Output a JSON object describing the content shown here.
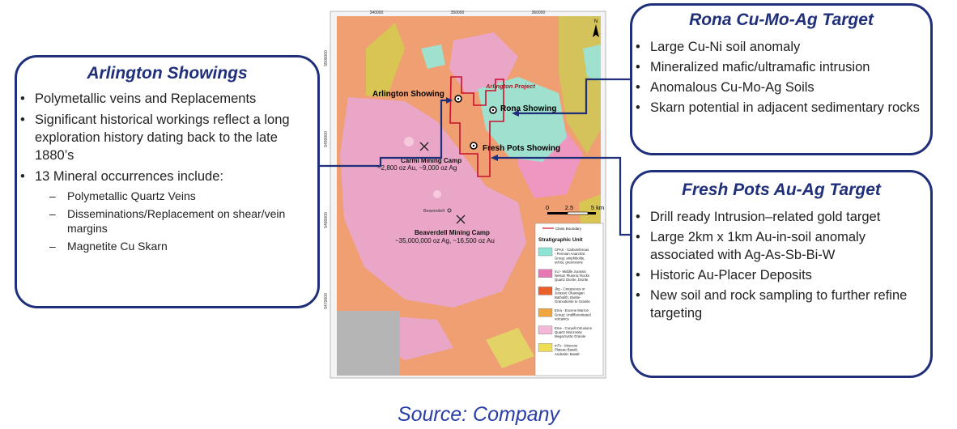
{
  "arlington": {
    "title": "Arlington Showings",
    "bullets": [
      "Polymetallic veins and Replacements",
      "Significant historical workings reflect a long exploration history dating back to the late 1880’s",
      "13 Mineral occurrences include:"
    ],
    "sub_bullets": [
      "Polymetallic Quartz Veins",
      "Disseminations/Replacement on shear/vein margins",
      "Magnetite Cu Skarn"
    ]
  },
  "rona": {
    "title": "Rona Cu-Mo-Ag Target",
    "bullets": [
      "Large Cu-Ni soil anomaly",
      "Mineralized mafic/ultramafic intrusion",
      "Anomalous Cu-Mo-Ag Soils",
      "Skarn potential in adjacent sedimentary rocks"
    ]
  },
  "fresh": {
    "title": "Fresh Pots Au-Ag Target",
    "bullets": [
      "Drill ready Intrusion–related gold target",
      "Large 2km x 1km Au-in-soil anomaly associated with Ag-As-Sb-Bi-W",
      "Historic Au-Placer Deposits",
      "New soil and rock sampling to further refine targeting"
    ]
  },
  "map": {
    "project_label": "Arlington Project",
    "showings": [
      "Arlington Showing",
      "Rona Showing",
      "Fresh Pots Showing"
    ],
    "camps": [
      {
        "name": "Carmi Mining Camp",
        "production": "~2,800 oz Au, ~9,000 oz Ag"
      },
      {
        "name": "Beaverdell Mining Camp",
        "production": "~35,000,000 oz Ag, ~16,500 oz Au"
      }
    ],
    "town": "Beaverdell",
    "north": "N",
    "scale": [
      "0",
      "2.5",
      "5 km"
    ],
    "grid_x": [
      "340000",
      "350000",
      "360000"
    ],
    "grid_y": [
      "5500000",
      "5490000",
      "5480000",
      "5470000"
    ],
    "legend_boundary": "Claim Boundary",
    "legend_title": "Stratigraphic Unit",
    "legend": [
      {
        "color": "#8fe3d5",
        "text": [
          "CPAS - Carboniferous",
          "- Permian Anarchist",
          "Group; amphibolite,",
          "schist, greenstone"
        ]
      },
      {
        "color": "#e678b4",
        "text": [
          "mJ - Middle Jurassic",
          "Nelson Plutonic Rocks",
          "Quartz Diorite, Diorite"
        ]
      },
      {
        "color": "#e8602a",
        "text": [
          "Jkg - Cretaceous or",
          "Jurassic Okanagan",
          "Batholith; Biotite-",
          "Granodiorite to Granite"
        ]
      },
      {
        "color": "#f0a640",
        "text": [
          "Ema - Eocene Marron",
          "Group; Undifferentiated",
          "volcanics"
        ]
      },
      {
        "color": "#f3b8d8",
        "text": [
          "Eme - Coryell Intrusions",
          "Quartz Monzonite",
          "Megacrystic Granite"
        ]
      },
      {
        "color": "#eedd55",
        "text": [
          "mTv - Miocene",
          "Plateau Basalt,",
          "Andesitic Basalt"
        ]
      }
    ]
  },
  "source": "Source: Company"
}
